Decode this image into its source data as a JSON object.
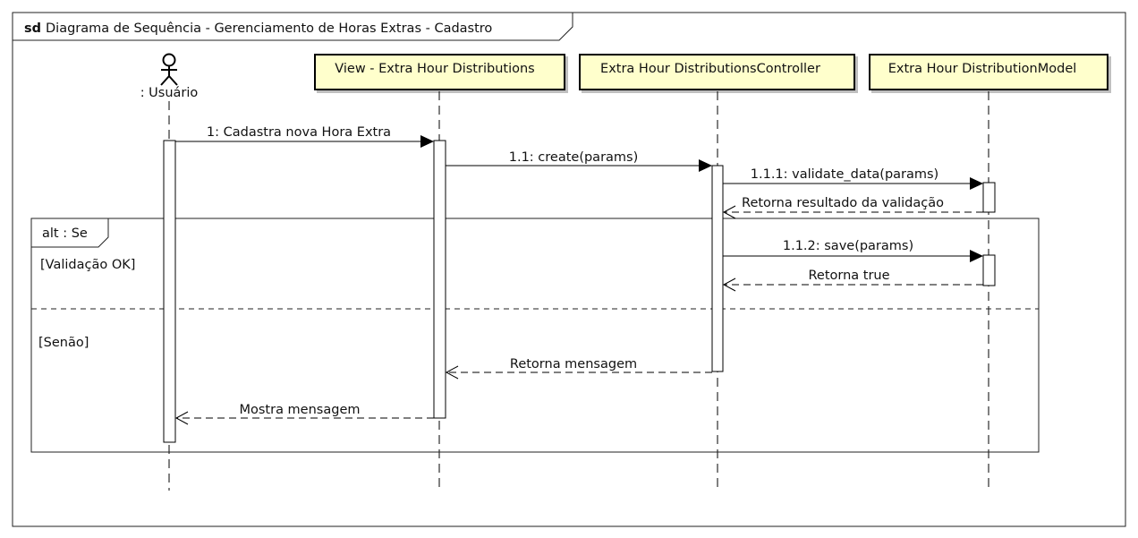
{
  "frame": {
    "keyword": "sd",
    "title": "Diagrama de Sequência - Gerenciamento de Horas Extras - Cadastro"
  },
  "lifelines": [
    {
      "id": "user",
      "label": ": Usuário",
      "kind": "actor"
    },
    {
      "id": "view",
      "label": "View - Extra Hour Distributions",
      "kind": "object"
    },
    {
      "id": "controller",
      "label": "Extra Hour DistributionsController",
      "kind": "object"
    },
    {
      "id": "model",
      "label": "Extra Hour DistributionModel",
      "kind": "object"
    }
  ],
  "messages": [
    {
      "label": "1: Cadastra nova Hora Extra",
      "from": "user",
      "to": "view",
      "kind": "call"
    },
    {
      "label": "1.1: create(params)",
      "from": "view",
      "to": "controller",
      "kind": "call"
    },
    {
      "label": "1.1.1: validate_data(params)",
      "from": "controller",
      "to": "model",
      "kind": "call"
    },
    {
      "label": "Retorna resultado da validação",
      "from": "model",
      "to": "controller",
      "kind": "return"
    },
    {
      "label": "1.1.2: save(params)",
      "from": "controller",
      "to": "model",
      "kind": "call"
    },
    {
      "label": "Retorna true",
      "from": "model",
      "to": "controller",
      "kind": "return"
    },
    {
      "label": "Retorna mensagem",
      "from": "controller",
      "to": "view",
      "kind": "return"
    },
    {
      "label": "Mostra mensagem",
      "from": "view",
      "to": "user",
      "kind": "return"
    }
  ],
  "fragment": {
    "label": "alt : Se",
    "guards": [
      "[Validação OK]",
      "[Senão]"
    ]
  },
  "colors": {
    "object_fill": "#ffffcc",
    "line": "#000000"
  }
}
